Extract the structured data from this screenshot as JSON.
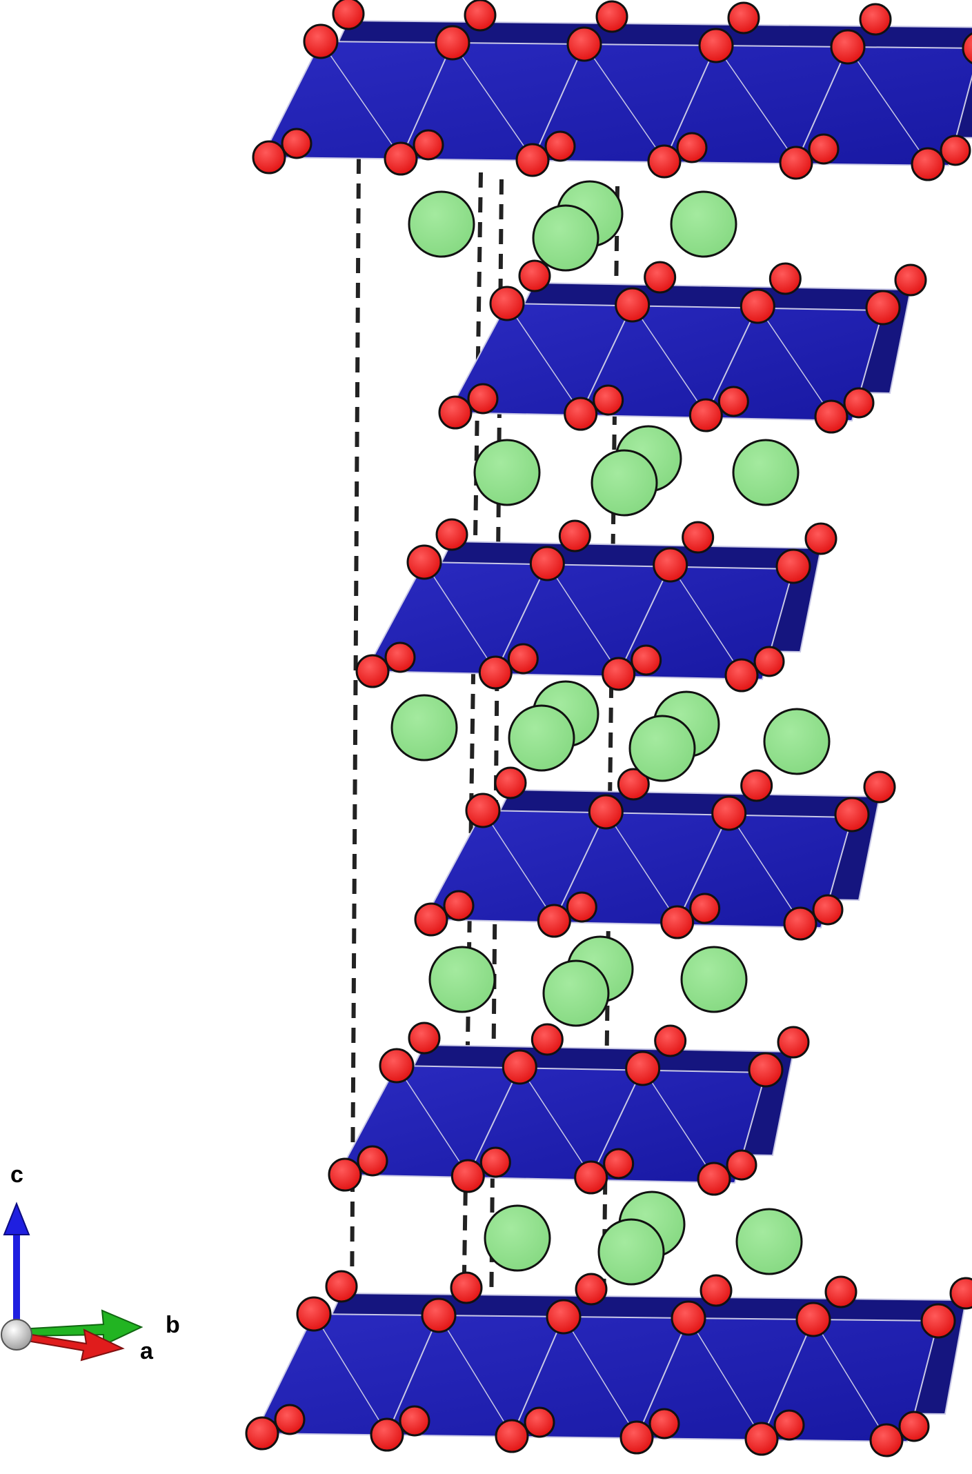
{
  "colors": {
    "octahedron": "#1f1fb0",
    "octahedron_light": "#2c2cc4",
    "octahedron_dark": "#15157f",
    "edge": "#c9c9e6",
    "oxygen": "#ee1c1c",
    "cation": "#8fe08a",
    "outline": "#111111",
    "cell_line": "#222222",
    "axis_c": "#1f1fe0",
    "axis_b": "#22b422",
    "axis_a": "#e01c1c",
    "origin": "#cccccc"
  },
  "icons": {
    "octahedron": "octahedron-icon",
    "oxygen": "oxygen-atom-icon",
    "cation": "cation-atom-icon",
    "axis": "axis-arrow-icon"
  },
  "axes": {
    "c_label": "c",
    "b_label": "b",
    "a_label": "a"
  }
}
